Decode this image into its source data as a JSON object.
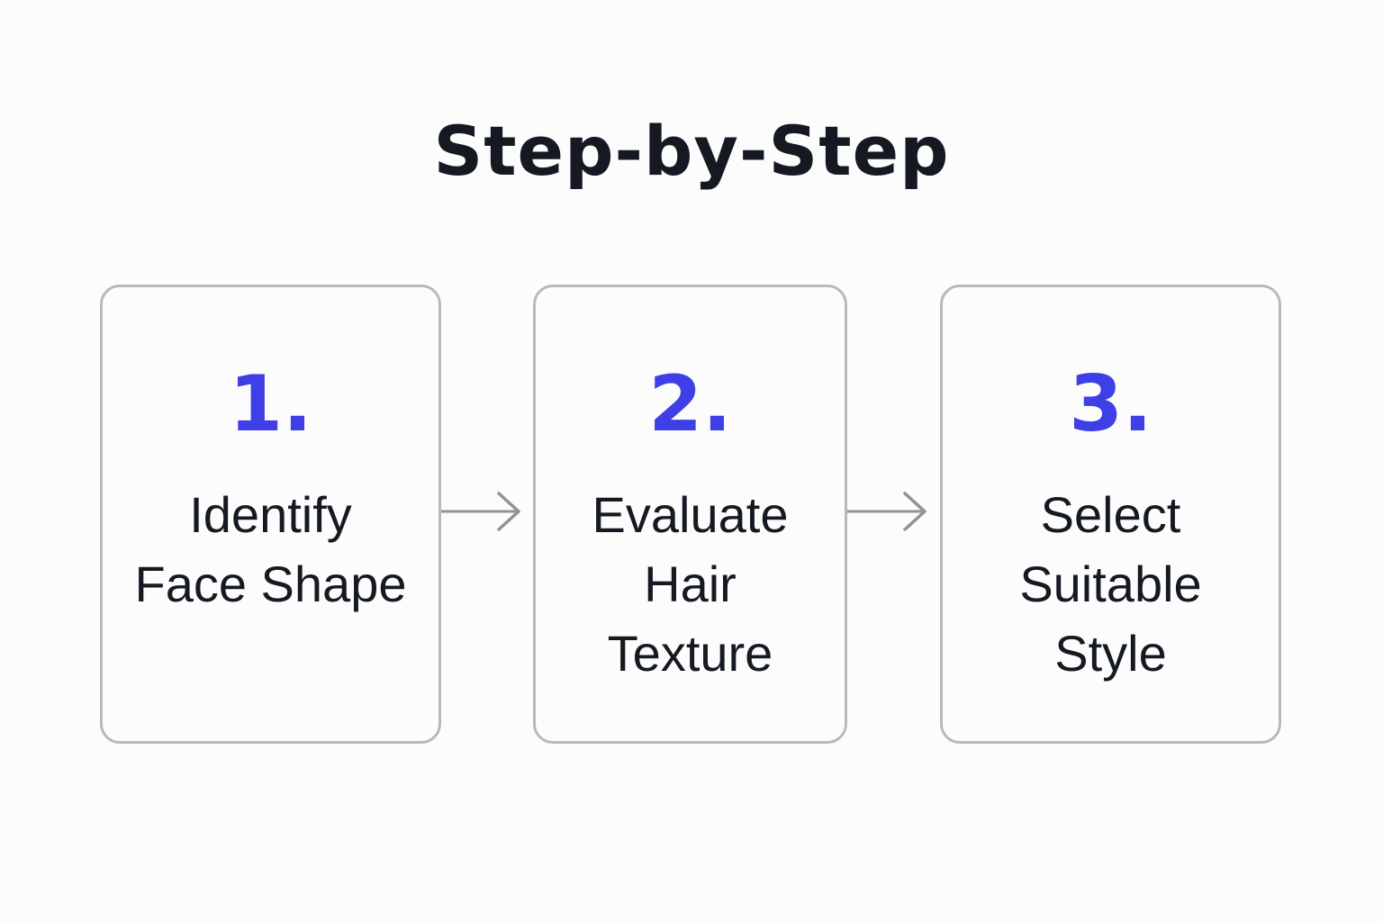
{
  "title": "Step-by-Step",
  "steps": [
    {
      "number": "1.",
      "lines": [
        "Identify",
        "Face Shape"
      ]
    },
    {
      "number": "2.",
      "lines": [
        "Evaluate",
        "Hair",
        "Texture"
      ]
    },
    {
      "number": "3.",
      "lines": [
        "Select",
        "Suitable",
        "Style"
      ]
    }
  ],
  "colors": {
    "accent": "#3f3fe8",
    "text": "#151a22",
    "border": "#b6babf",
    "arrow": "#8e9398"
  },
  "icons": {
    "connector": "arrow-right-icon"
  }
}
